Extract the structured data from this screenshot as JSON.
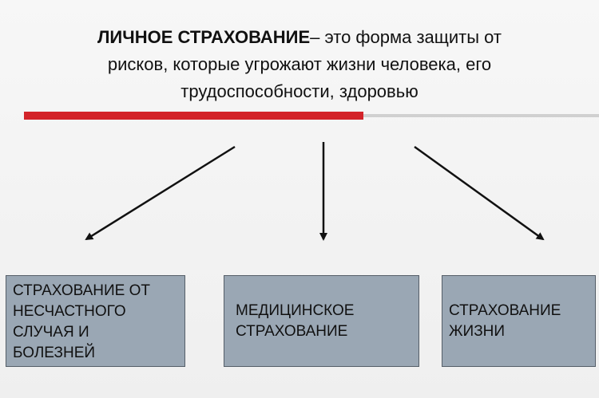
{
  "title": {
    "strong": "ЛИЧНОЕ СТРАХОВАНИЕ",
    "rest_line1": "– это форма защиты от",
    "line2": "рисков, которые угрожают жизни человека, его",
    "line3": "трудоспособности, здоровью"
  },
  "boxes": [
    {
      "label": "СТРАХОВАНИЕ ОТ\nНЕСЧАСТНОГО\nСЛУЧАЯ И\nБОЛЕЗНЕЙ"
    },
    {
      "label": "МЕДИЦИНСКОЕ\nСТРАХОВАНИЕ"
    },
    {
      "label": "СТРАХОВАНИЕ\nЖИЗНИ"
    }
  ],
  "colors": {
    "accent": "#d3242a",
    "box_fill": "#9aa7b4"
  }
}
